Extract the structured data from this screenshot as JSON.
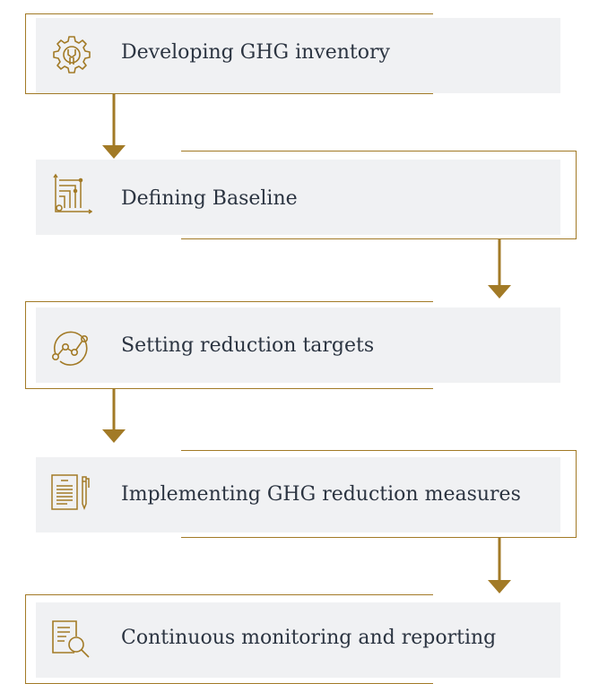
{
  "accent_color": "#a27a26",
  "box_color": "#f0f1f3",
  "text_color": "#2b3441",
  "steps": [
    {
      "label": "Developing GHG inventory",
      "icon": "gear-wrench-icon"
    },
    {
      "label": "Defining Baseline",
      "icon": "chart-axes-icon"
    },
    {
      "label": "Setting reduction targets",
      "icon": "trend-circle-icon"
    },
    {
      "label": "Implementing GHG reduction measures",
      "icon": "document-pen-icon"
    },
    {
      "label": "Continuous monitoring and reporting",
      "icon": "document-magnifier-icon"
    }
  ]
}
